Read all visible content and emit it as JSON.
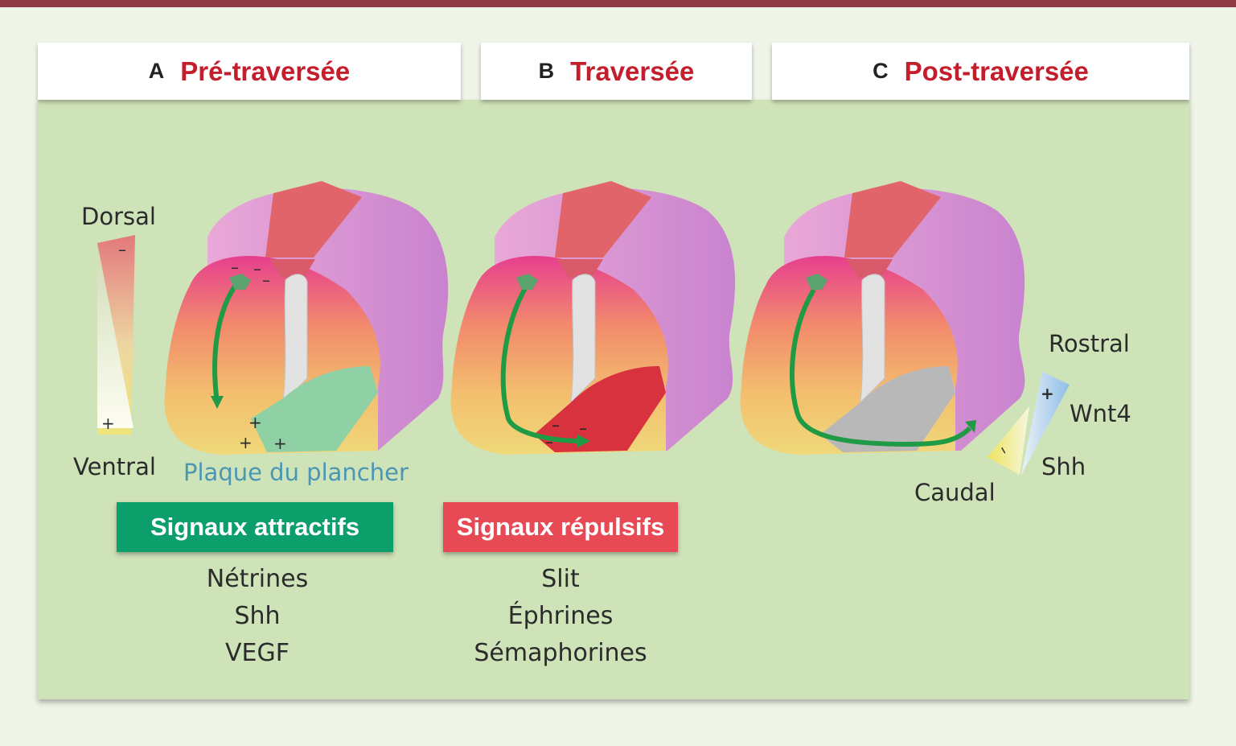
{
  "panels": [
    {
      "letter": "A",
      "title": "Pré-traversée"
    },
    {
      "letter": "B",
      "title": "Traversée"
    },
    {
      "letter": "C",
      "title": "Post-traversée"
    }
  ],
  "gradient_dv": {
    "top_label": "Dorsal",
    "bottom_label": "Ventral",
    "top_sign": "–",
    "bottom_sign": "+"
  },
  "floor_plate_label": "Plaque du plancher",
  "gradient_rc": {
    "rostral": "Rostral",
    "caudal": "Caudal",
    "wnt4": "Wnt4",
    "shh": "Shh",
    "wnt4_sign": "+",
    "shh_sign": "–"
  },
  "attractive": {
    "label": "Signaux attractifs",
    "color": "#0d9f6b",
    "items": [
      "Nétrines",
      "Shh",
      "VEGF"
    ]
  },
  "repulsive": {
    "label": "Signaux répulsifs",
    "color": "#e84a55",
    "items": [
      "Slit",
      "Éphrines",
      "Sémaphorines"
    ]
  },
  "signs": {
    "minus": "–",
    "plus": "+"
  },
  "colors": {
    "header_bar": "#8e3a44",
    "panel_bg": "#cfe3b9",
    "title_red": "#c41d2c",
    "floor_plate_green": "#8fd1a5",
    "floor_plate_red": "#d8323f",
    "axon_green": "#1f9a45"
  }
}
